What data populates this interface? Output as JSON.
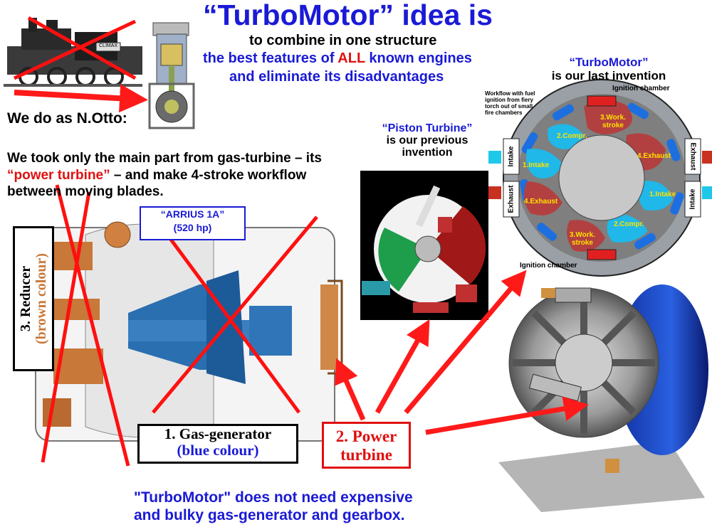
{
  "header": {
    "title": "“TurboMotor” idea is",
    "line1": "to combine in one structure",
    "line2_pre": "the best features of ",
    "line2_emph": "ALL",
    "line2_post": " known engines",
    "line3": "and eliminate  its disadvantages"
  },
  "otto": {
    "label": "We do as N.Otto",
    "colon": ":",
    "locomotive_plate": "CLIMAX"
  },
  "power_turbine_text": {
    "line1": "We took only the main part from gas-turbine – its",
    "line2_emph": "“power turbine”",
    "line2_post": " – and make 4-stroke workflow",
    "line3": "between moving blades."
  },
  "arrius": {
    "name": "“ARRIUS 1A”",
    "power": "(520 hp)"
  },
  "reducer": {
    "line1": "3. Reducer",
    "line2": "(brown colour)"
  },
  "gas_generator": {
    "line1": "1. Gas-generator",
    "line2": "(blue colour)"
  },
  "power_turbine_box": {
    "line1": "2. Power",
    "line2": "turbine"
  },
  "piston_turbine": {
    "line1": "“Piston Turbine”",
    "line2": "is our previous",
    "line3": "invention"
  },
  "turbomotor_caption": {
    "line1": "“TurboMotor”",
    "line2": "is our last invention"
  },
  "diagram": {
    "workflow_note": [
      "Workflow with fuel",
      "ignition from fiery",
      "torch out of small",
      "fire chambers"
    ],
    "ignition_top": "Ignition chamber",
    "ignition_bottom": "Ignition chamber",
    "work_stroke": [
      "3.Work.",
      "stroke"
    ],
    "compr": "2.Compr.",
    "intake": "1.Intake",
    "exhaust": "4.Exhaust",
    "side_intake": "Intake",
    "side_exhaust": "Exhaust"
  },
  "footer": {
    "line1": "\"TurboMotor\" does not need expensive",
    "line2": "and bulky gas-generator and gearbox."
  },
  "colors": {
    "title_blue": "#1a1ad6",
    "accent_red": "#e01010",
    "turbine_blue": "#2a6fb0",
    "reducer_brown": "#c87838",
    "chamber_grey": "#7f7f7f",
    "exhaust_red": "#b24040",
    "intake_cyan": "#1fb8e8"
  }
}
